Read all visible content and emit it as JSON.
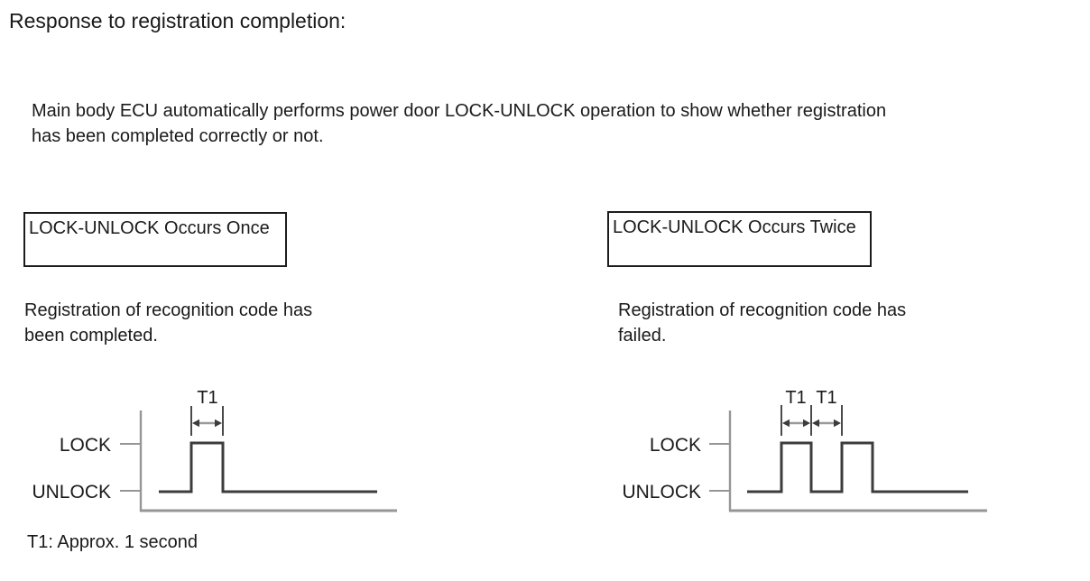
{
  "page": {
    "title": "Response to registration completion:",
    "intro_lines": [
      "Main body ECU automatically performs power door LOCK-UNLOCK operation to show whether registration",
      "has been completed correctly or not."
    ],
    "t1_note": "T1: Approx. 1 second"
  },
  "panels": {
    "left": {
      "box_label": "LOCK-UNLOCK Occurs Once",
      "description_lines": [
        "Registration of recognition code has",
        "been completed."
      ],
      "waveform": {
        "high_label": "LOCK",
        "low_label": "UNLOCK",
        "pulse_count": 1,
        "t1_labels": [
          "T1"
        ]
      }
    },
    "right": {
      "box_label": "LOCK-UNLOCK Occurs Twice",
      "description_lines": [
        "Registration of recognition code has",
        "failed."
      ],
      "waveform": {
        "high_label": "LOCK",
        "low_label": "UNLOCK",
        "pulse_count": 2,
        "t1_labels": [
          "T1",
          "T1"
        ]
      }
    }
  }
}
